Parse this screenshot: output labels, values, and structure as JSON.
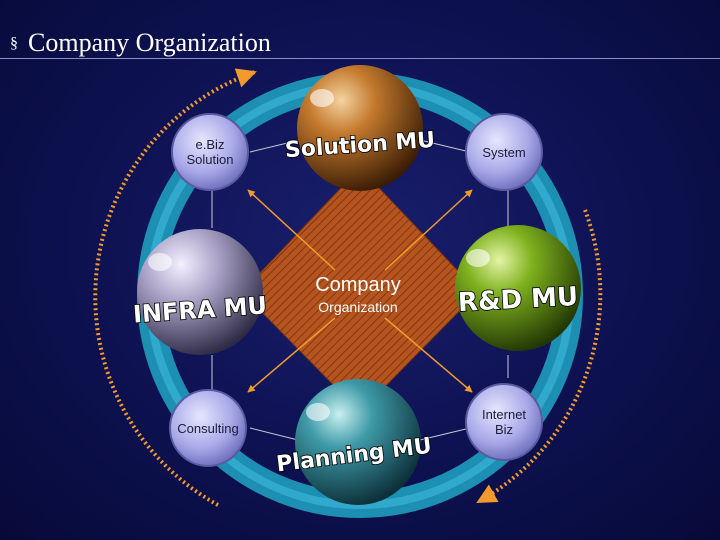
{
  "title": "Company Organization",
  "title_bullet": "§",
  "center": {
    "line1": "Company",
    "line2": "Organization"
  },
  "mu_nodes": {
    "top": "Solution MU",
    "left": "INFRA MU",
    "right": "R&D MU",
    "bottom": "Planning MU"
  },
  "small_nodes": {
    "top_left": [
      "e.Biz",
      "Solution"
    ],
    "top_right": [
      "System"
    ],
    "bottom_left": [
      "Consulting"
    ],
    "bottom_right": [
      "Internet",
      "Biz"
    ]
  },
  "colors": {
    "background": "#0d1150",
    "ring": "#2aa8c8",
    "diamond": "#b5541f",
    "dotted_arc": "#f39a2c",
    "sphere_top": "#c47a2e",
    "sphere_left": "#b8b3cf",
    "sphere_right": "#7fb21e",
    "sphere_bottom": "#2f7f8f",
    "small_node": "#a8a8e8"
  }
}
